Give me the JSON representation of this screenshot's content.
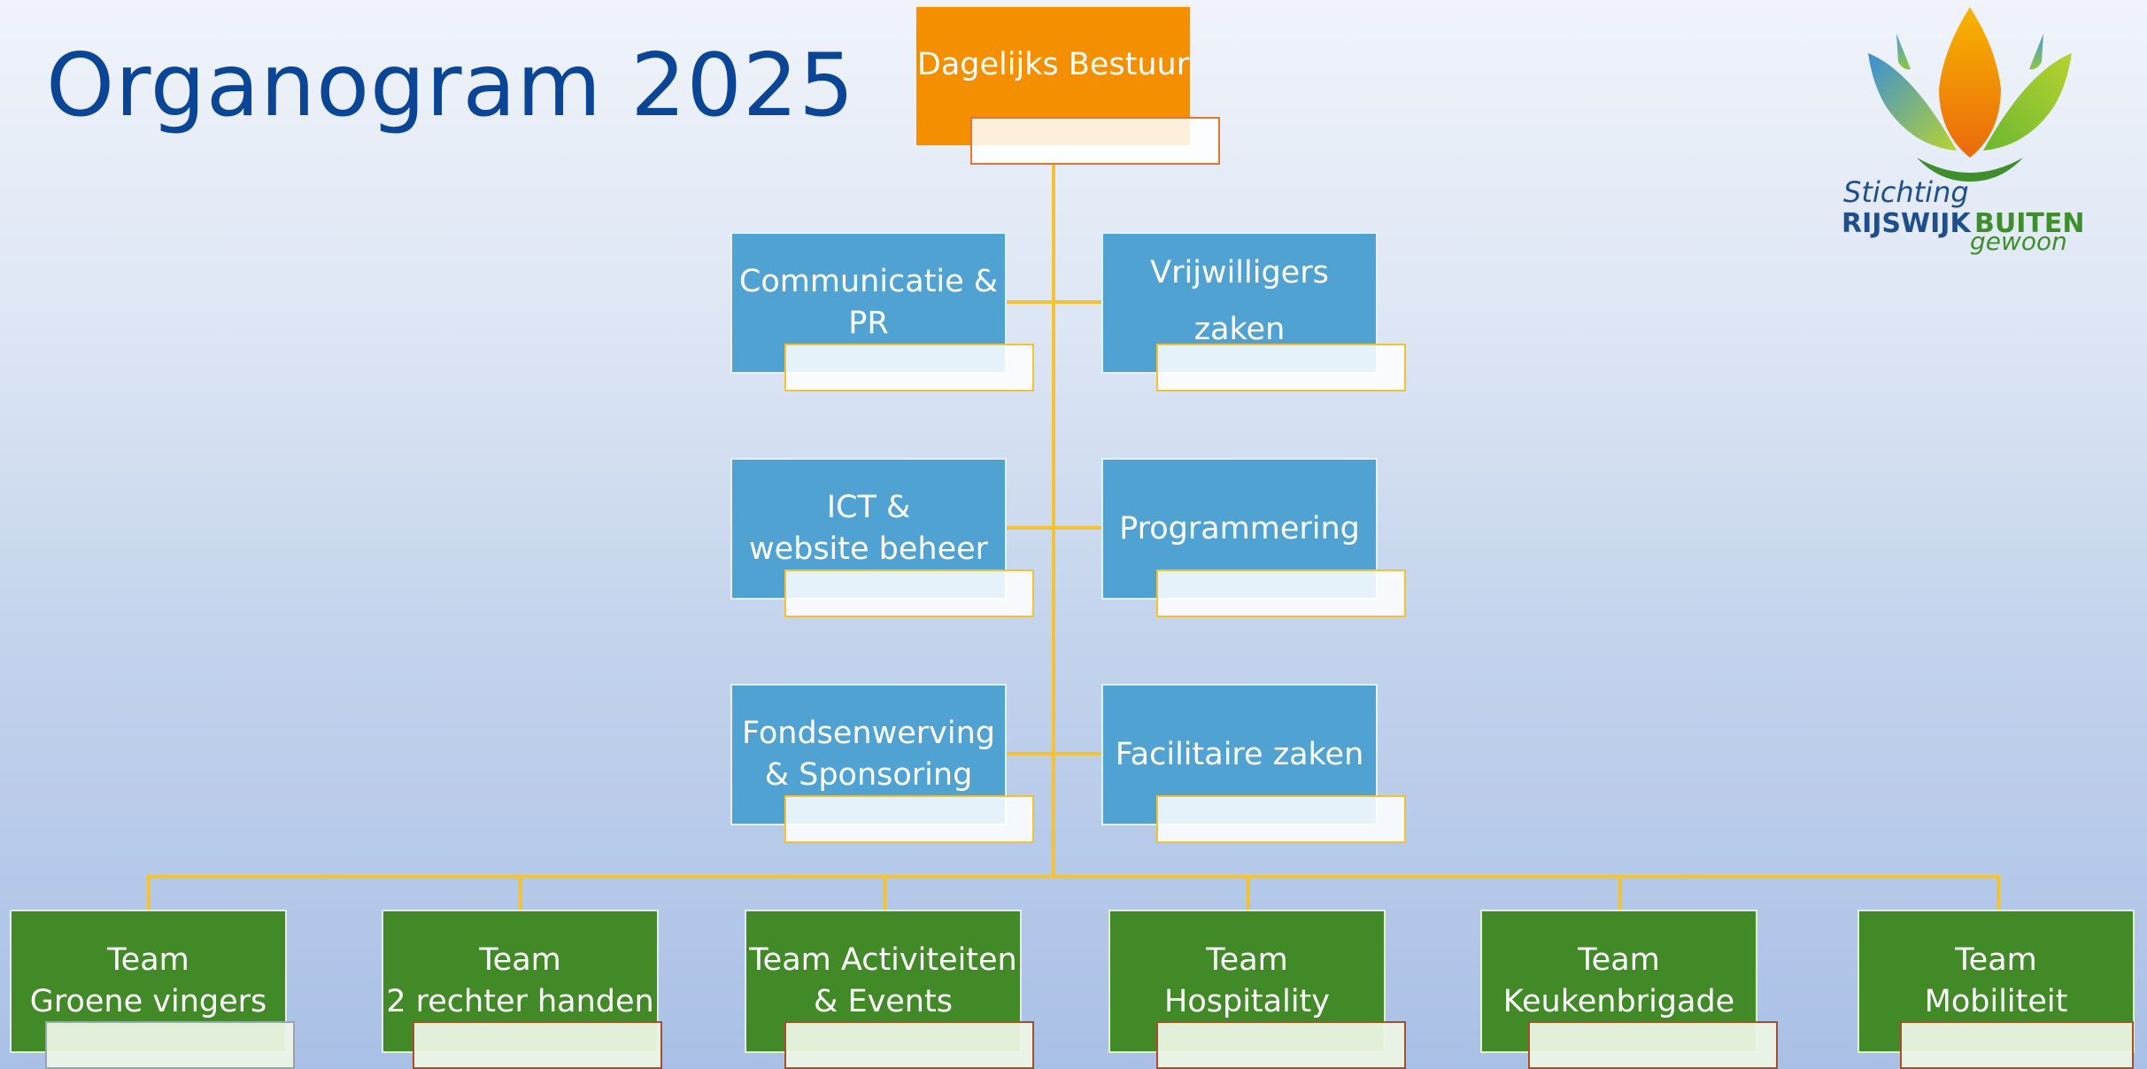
{
  "title": "Organogram 2025",
  "logo": {
    "line1": "Stichting",
    "line2a": "RIJSWIJK",
    "line2b": "BUITEN",
    "line3": "gewoon"
  },
  "root": {
    "label": "Dagelijks Bestuur"
  },
  "departments_left": [
    {
      "label": "Communicatie &\nPR"
    },
    {
      "label": "ICT &\nwebsite beheer"
    },
    {
      "label": "Fondsenwerving\n& Sponsoring"
    }
  ],
  "departments_right": [
    {
      "label": "Vrijwilligers\nzaken"
    },
    {
      "label": "Programmering"
    },
    {
      "label": "Facilitaire zaken"
    }
  ],
  "teams": [
    {
      "label": "Team\nGroene vingers"
    },
    {
      "label": "Team\n2 rechter handen"
    },
    {
      "label": "Team Activiteiten\n& Events"
    },
    {
      "label": "Team\nHospitality"
    },
    {
      "label": "Team\nKeukenbrigade"
    },
    {
      "label": "Team\nMobiliteit"
    }
  ],
  "colors": {
    "title": "#0b4596",
    "root": "#f38f00",
    "department": "#4fa2d1",
    "team": "#428a28",
    "connector": "#f5c232"
  }
}
